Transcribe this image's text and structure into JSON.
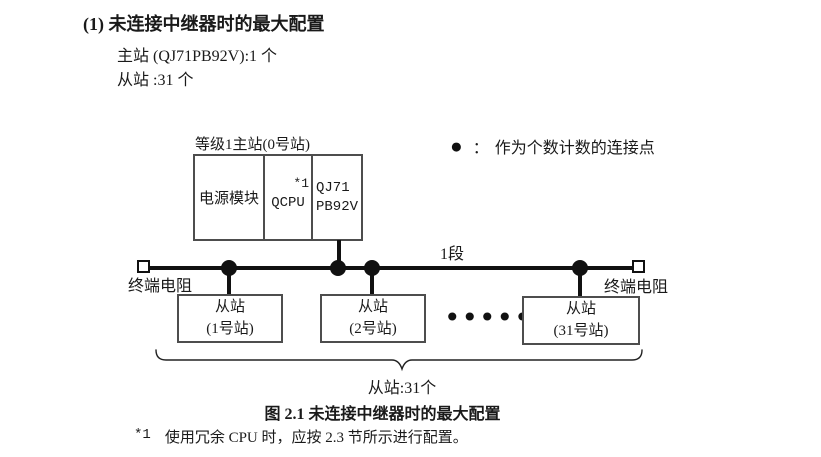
{
  "colors": {
    "line": "#111111",
    "box_border": "#4d4d4d",
    "text": "#1a1a1a",
    "background": "#ffffff"
  },
  "heading": "(1) 未连接中继器时的最大配置",
  "summary": {
    "master": "主站 (QJ71PB92V):1 个",
    "slaves": "从站 :31 个"
  },
  "diagram": {
    "master_station": {
      "label": "等级1主站(0号站)",
      "modules": [
        {
          "name": "电源模块"
        },
        {
          "name": "QCPU",
          "note": "*1"
        },
        {
          "line1": "QJ71",
          "line2": "PB92V"
        }
      ]
    },
    "legend": {
      "bullet": "●",
      "colon": "：",
      "text": "作为个数计数的连接点"
    },
    "segment_label": "1段",
    "terminator_left": "终端电阻",
    "terminator_right": "终端电阻",
    "slaves": [
      {
        "line1": "从站",
        "line2": "(1号站)"
      },
      {
        "line1": "从站",
        "line2": "(2号站)"
      },
      {
        "line1": "从站",
        "line2": "(31号站)"
      }
    ],
    "ellipsis": "••••••",
    "slave_total": "从站:31个"
  },
  "caption": "图 2.1 未连接中继器时的最大配置",
  "footnote": {
    "marker": "*1",
    "text": "使用冗余 CPU 时，应按 2.3 节所示进行配置。"
  }
}
